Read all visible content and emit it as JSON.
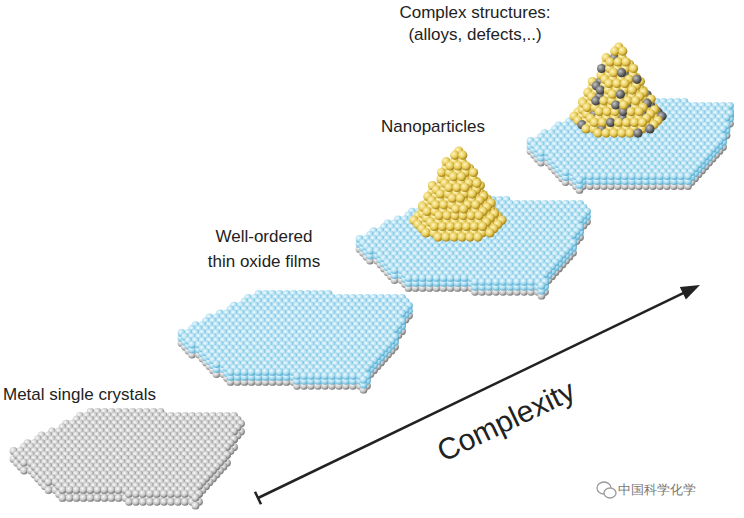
{
  "diagram": {
    "labels": [
      "Complex structures: (alloys, defects,..)",
      "Nanoparticles",
      "Well-ordered thin oxide films",
      "Metal single crystals",
      "Complexity",
      "中国科学化学"
    ]
  }
}
